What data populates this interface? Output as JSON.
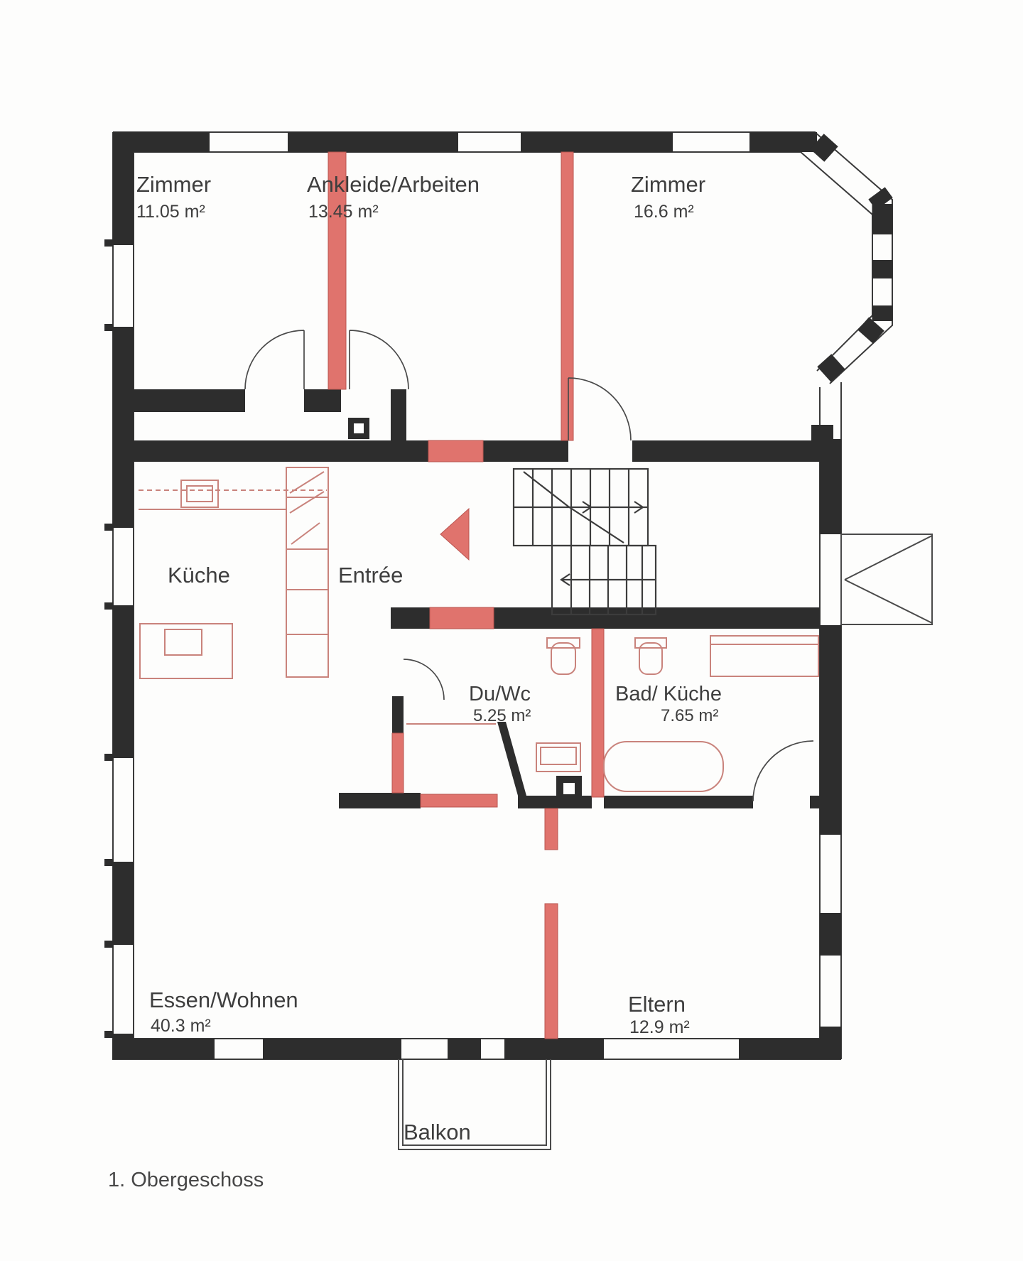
{
  "title": "1. Obergeschoss",
  "caption": "1. Obergeschoss",
  "colors": {
    "wall_black": "#2d2d2d",
    "accent_red": "#e0736d",
    "furniture_red": "#c9837c",
    "text": "#3e3e3e",
    "background": "#fdfdfc"
  },
  "rooms": [
    {
      "name": "Zimmer",
      "area": "11.05 m²"
    },
    {
      "name": "Ankleide/Arbeiten",
      "area": "13.45 m²"
    },
    {
      "name": "Zimmer",
      "area": "16.6 m²"
    },
    {
      "name": "Küche",
      "area": ""
    },
    {
      "name": "Entrée",
      "area": ""
    },
    {
      "name": "Du/Wc",
      "area": "5.25 m²"
    },
    {
      "name": "Bad/ Küche",
      "area": "7.65 m²"
    },
    {
      "name": "Essen/Wohnen",
      "area": "40.3 m²"
    },
    {
      "name": "Eltern",
      "area": "12.9 m²"
    },
    {
      "name": "Balkon",
      "area": ""
    }
  ]
}
